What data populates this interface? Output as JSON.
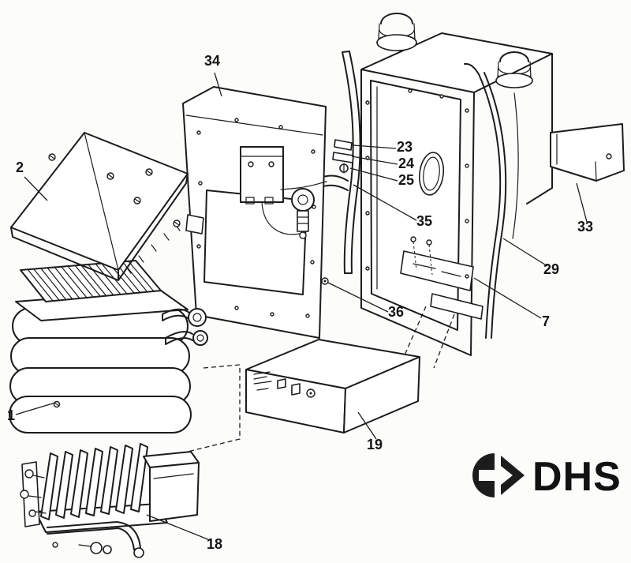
{
  "labels": [
    {
      "text": "34"
    },
    {
      "text": "2"
    },
    {
      "text": "23"
    },
    {
      "text": "24"
    },
    {
      "text": "25"
    },
    {
      "text": "35"
    },
    {
      "text": "33"
    },
    {
      "text": "29"
    },
    {
      "text": "7"
    },
    {
      "text": "36"
    },
    {
      "text": "1"
    },
    {
      "text": "19"
    },
    {
      "text": "18"
    }
  ],
  "logo": {
    "text": "DHS"
  },
  "colors": {
    "ink": "#1c1c1c",
    "paper": "#fcfcfb"
  }
}
